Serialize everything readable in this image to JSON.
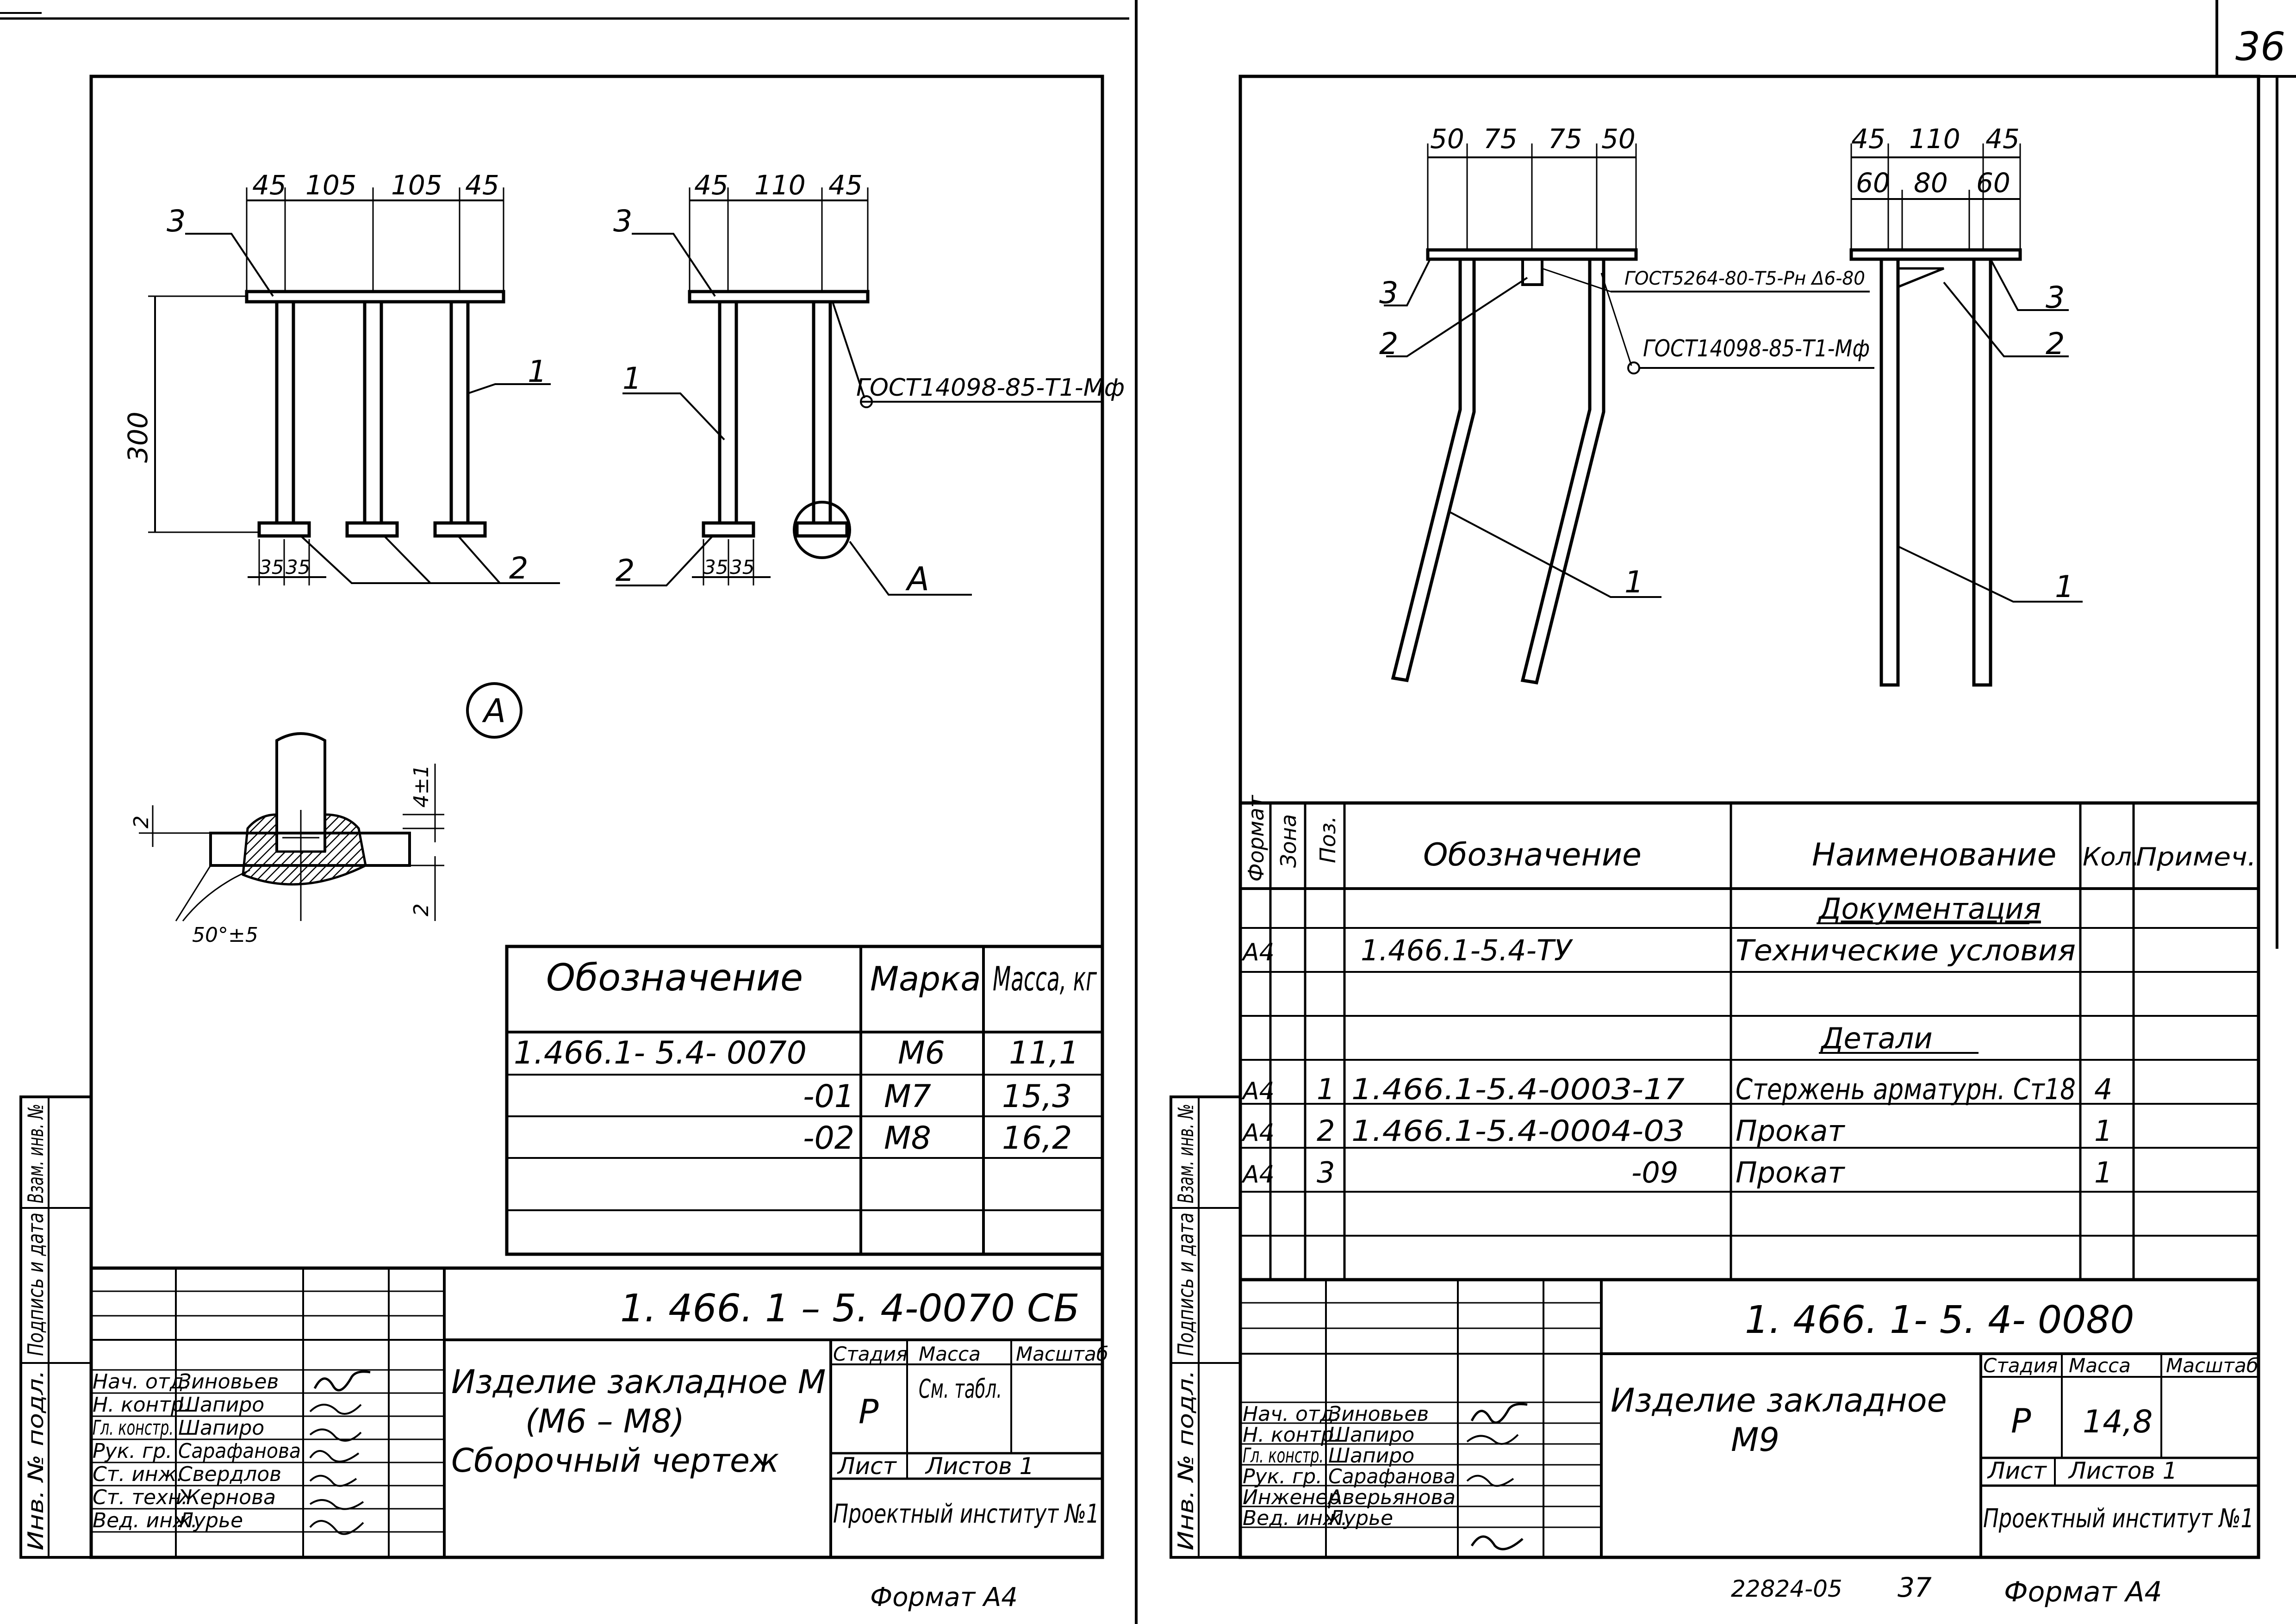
{
  "sheet_number": "36",
  "footer": {
    "doc_no": "22824-05",
    "page": "37",
    "format_left": "Формат А4",
    "format_right": "Формат А4"
  },
  "left": {
    "dims_front": [
      "45",
      "105",
      "105",
      "45"
    ],
    "dims_side": [
      "45",
      "110",
      "45"
    ],
    "dim_height": "300",
    "dim_plate_front": [
      "35",
      "35"
    ],
    "dim_plate_side": [
      "35",
      "35"
    ],
    "weld_standard": "ГОСТ14098-85-Т1-Мф",
    "pos_labels": {
      "p1": "1",
      "p2": "2",
      "p3": "3"
    },
    "detail_letter": "А",
    "detail": {
      "dim_top": "4±1",
      "dim_left": "2",
      "dim_right": "2",
      "angle": "50°±5"
    },
    "marks_table": {
      "headers": [
        "Обозначение",
        "Марка",
        "Масса, кг"
      ],
      "rows": [
        [
          "1.466.1- 5.4- 0070",
          "М6",
          "11,1"
        ],
        [
          "-01",
          "М7",
          "15,3"
        ],
        [
          "-02",
          "М8",
          "16,2"
        ]
      ]
    },
    "title_block": {
      "doc_code": "1. 466. 1 – 5. 4-0070 СБ",
      "title_lines": [
        "Изделие закладное М",
        "(М6 – М8)",
        "Сборочный чертеж"
      ],
      "stage_label": "Стадия",
      "mass_label": "Масса",
      "scale_label": "Масштаб",
      "stage": "Р",
      "mass": "См. табл.",
      "sheet_label": "Лист",
      "sheets_label": "Листов 1",
      "institute": "Проектный институт №1",
      "staff": [
        [
          "Нач. отд.",
          "Зиновьев"
        ],
        [
          "Н. контр.",
          "Шапиро"
        ],
        [
          "Гл. констр.",
          "Шапиро"
        ],
        [
          "Рук. гр.",
          "Сарафанова"
        ],
        [
          "Ст. инж.",
          "Свердлов"
        ],
        [
          "Ст. техн.",
          "Жернова"
        ],
        [
          "Вед. инж.",
          "Лурье"
        ]
      ]
    },
    "side_margin": [
      "Инв. № подл.",
      "Подпись и дата",
      "Взам. инв. №"
    ]
  },
  "right": {
    "dims_front": [
      "50",
      "75",
      "75",
      "50"
    ],
    "dims_side_top": [
      "45",
      "110",
      "45"
    ],
    "dims_side_bottom": [
      "60",
      "80",
      "60"
    ],
    "weld1": "ГОСТ5264-80-Т5-Рн Δ6-80",
    "weld2": "ГОСТ14098-85-Т1-Мф",
    "pos_labels": {
      "p1": "1",
      "p2": "2",
      "p3": "3"
    },
    "spec": {
      "headers": [
        "Формат",
        "Зона",
        "Поз.",
        "Обозначение",
        "Наименование",
        "Кол.",
        "Примеч."
      ],
      "section_docs": "Документация",
      "section_parts": "Детали",
      "rows": [
        [
          "А4",
          "",
          "",
          "1.466.1-5.4-ТУ",
          "Технические условия",
          "",
          ""
        ],
        [
          "А4",
          "",
          "1",
          "1.466.1-5.4-0003-17",
          "Стержень арматурн. Ст18",
          "4",
          ""
        ],
        [
          "А4",
          "",
          "2",
          "1.466.1-5.4-0004-03",
          "Прокат",
          "1",
          ""
        ],
        [
          "А4",
          "",
          "3",
          "-09",
          "Прокат",
          "1",
          ""
        ]
      ]
    },
    "title_block": {
      "doc_code": "1. 466. 1- 5. 4- 0080",
      "title_lines": [
        "Изделие закладное",
        "М9"
      ],
      "stage_label": "Стадия",
      "mass_label": "Масса",
      "scale_label": "Масштаб",
      "stage": "Р",
      "mass": "14,8",
      "sheet_label": "Лист",
      "sheets_label": "Листов 1",
      "institute": "Проектный институт №1",
      "staff": [
        [
          "Нач. отд.",
          "Зиновьев"
        ],
        [
          "Н. контр.",
          "Шапиро"
        ],
        [
          "Гл. констр.",
          "Шапиро"
        ],
        [
          "Рук. гр.",
          "Сарафанова"
        ],
        [
          "Инженер",
          "Аверьянова"
        ],
        [
          "Вед. инж.",
          "Лурье"
        ]
      ]
    },
    "side_margin": [
      "Инв. № подл.",
      "Подпись и дата",
      "Взам. инв. №"
    ]
  }
}
